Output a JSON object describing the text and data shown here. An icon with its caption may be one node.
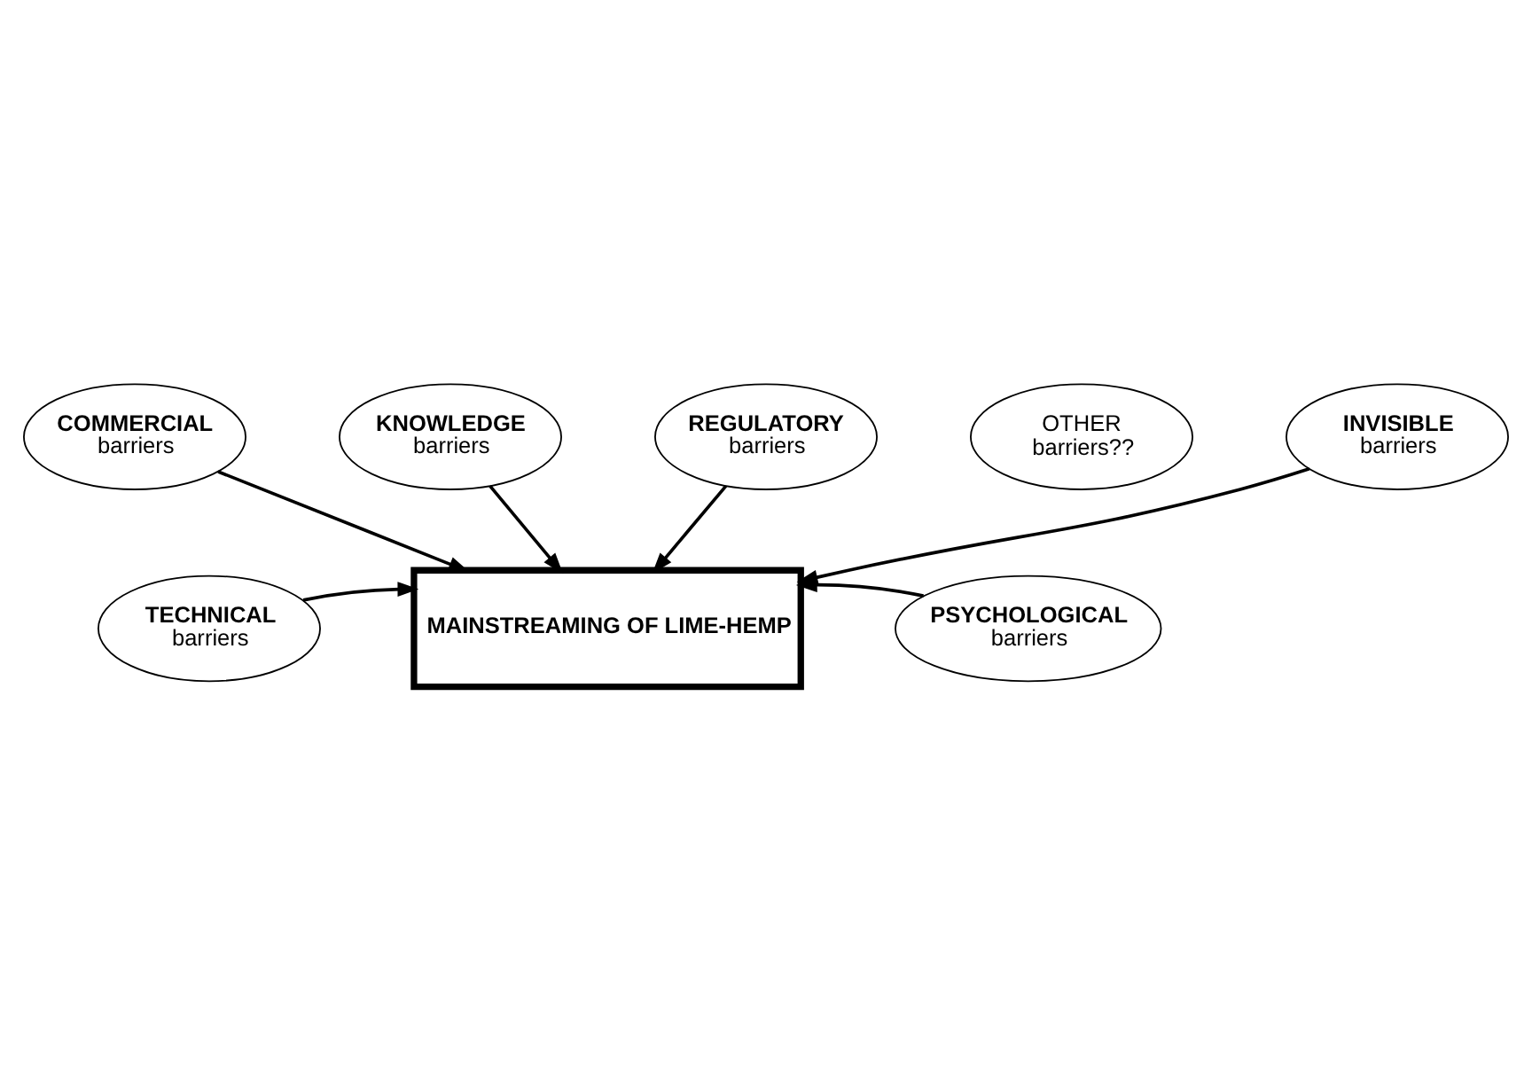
{
  "diagram": {
    "nodes": [
      {
        "text": [
          "KNOWLEDGE",
          "barriers"
        ]
      },
      {
        "text": [
          "COMMERCIAL",
          "barriers"
        ]
      },
      {
        "text": [
          "REGULATORY",
          "barriers"
        ]
      },
      {
        "text": [
          "MAINSTREAMING OF LIME-HEMP"
        ]
      },
      {
        "text": [
          "TECHNICAL",
          "barriers"
        ]
      },
      {
        "text": [
          "PSYCHOLOGICAL",
          "barriers"
        ]
      },
      {
        "text": [
          "OTHER",
          "barriers??"
        ]
      },
      {
        "text": [
          "INVISIBLE",
          "barriers"
        ]
      }
    ],
    "edges": [
      {
        "from": 0,
        "to": 3,
        "arrow": "to"
      },
      {
        "from": 1,
        "to": 3,
        "arrow": "to"
      },
      {
        "from": 2,
        "to": 3,
        "arrow": "to"
      },
      {
        "from": 4,
        "to": 3,
        "arrow": "to"
      },
      {
        "from": 5,
        "to": 3,
        "arrow": "to"
      },
      {
        "from": 7,
        "to": 3,
        "arrow": "to"
      }
    ]
  }
}
